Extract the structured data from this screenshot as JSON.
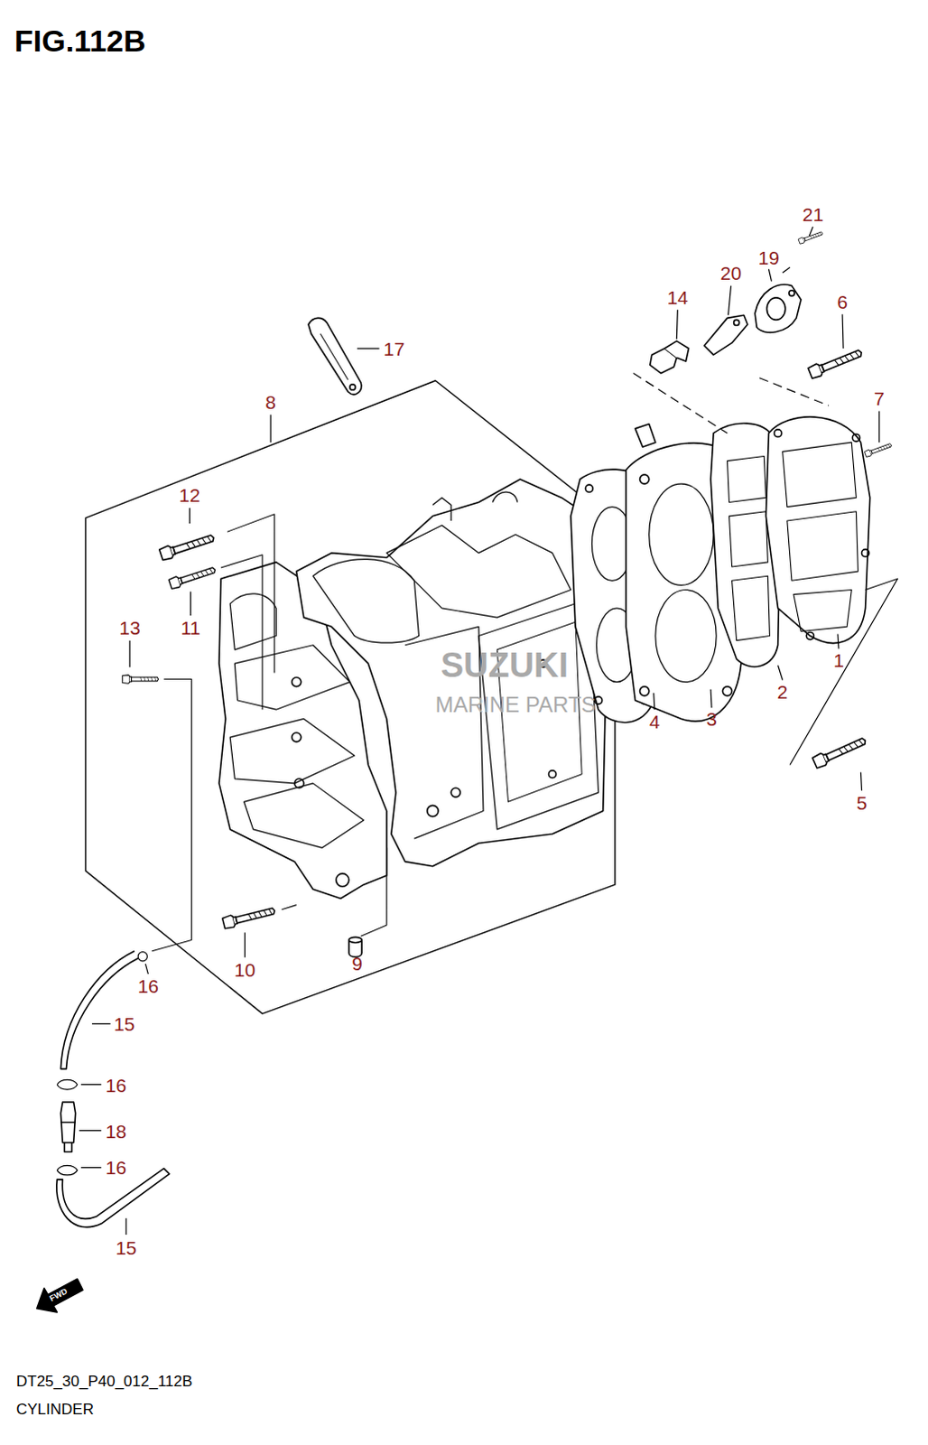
{
  "diagram": {
    "title": "FIG.112B",
    "caption": "CYLINDER",
    "labels": [
      "21",
      "20",
      "19",
      "14",
      "6",
      "17",
      "8",
      "7",
      "12",
      "11",
      "13",
      "1",
      "2",
      "3",
      "4",
      "5",
      "10",
      "9",
      "16",
      "15",
      "16",
      "18",
      "16",
      "15",
      "FWD",
      "SUZUKI",
      "MARINE PARTS",
      "DT25_30_P40_012_112B"
    ]
  }
}
